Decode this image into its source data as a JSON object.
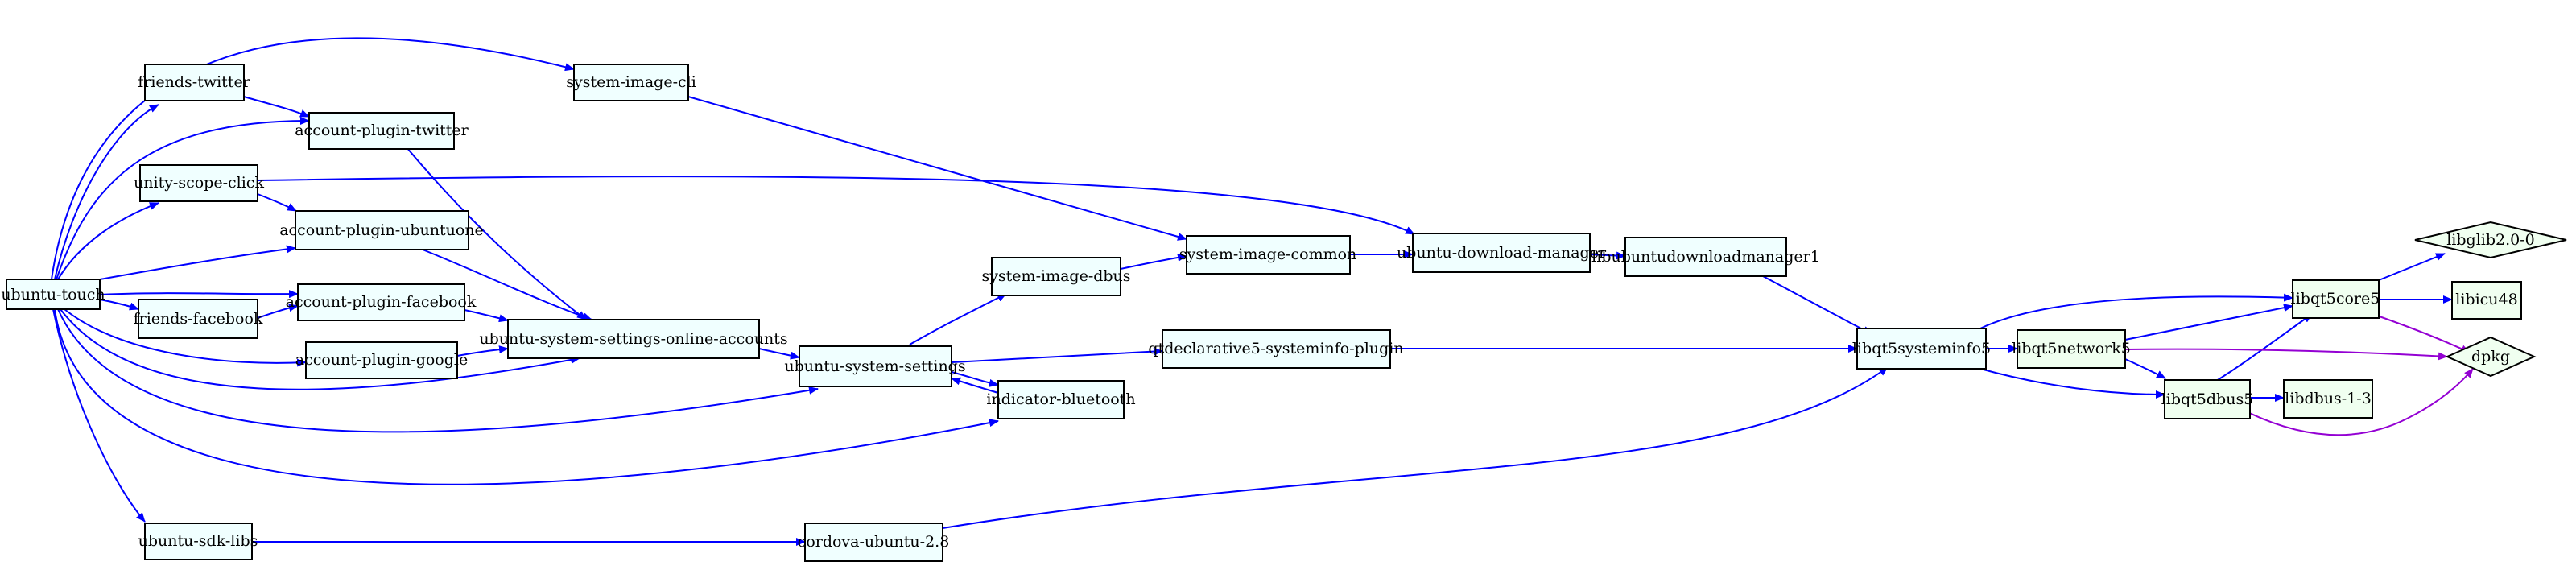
{
  "colors": {
    "background": "#ffffff",
    "edge_blue": "#0000ff",
    "edge_purple": "#9400d3",
    "fill_rdepends": "#f0ffff",
    "fill_depends": "#f0fff0",
    "node_border": "#000000"
  },
  "nodes": {
    "ubuntu_touch": "ubuntu-touch",
    "friends_twitter": "friends-twitter",
    "unity_scope_click": "unity-scope-click",
    "friends_facebook": "friends-facebook",
    "ubuntu_sdk_libs": "ubuntu-sdk-libs",
    "system_image_cli": "system-image-cli",
    "account_plugin_twitter": "account-plugin-twitter",
    "account_plugin_ubuntuone": "account-plugin-ubuntuone",
    "account_plugin_facebook": "account-plugin-facebook",
    "account_plugin_google": "account-plugin-google",
    "ubuntu_system_settings_online_accounts": "ubuntu-system-settings-online-accounts",
    "ubuntu_system_settings": "ubuntu-system-settings",
    "indicator_bluetooth": "indicator-bluetooth",
    "system_image_dbus": "system-image-dbus",
    "system_image_common": "system-image-common",
    "ubuntu_download_manager": "ubuntu-download-manager",
    "libubuntudownloadmanager1": "libubuntudownloadmanager1",
    "qtdeclarative5_systeminfo_plugin": "qtdeclarative5-systeminfo-plugin",
    "cordova_ubuntu_2_8": "cordova-ubuntu-2.8",
    "libqt5systeminfo5": "libqt5systeminfo5",
    "libqt5network5": "libqt5network5",
    "libqt5dbus5": "libqt5dbus5",
    "libqt5core5": "libqt5core5",
    "libglib2_0_0": "libglib2.0-0",
    "libicu48": "libicu48",
    "libdbus_1_3": "libdbus-1-3",
    "dpkg": "dpkg"
  }
}
